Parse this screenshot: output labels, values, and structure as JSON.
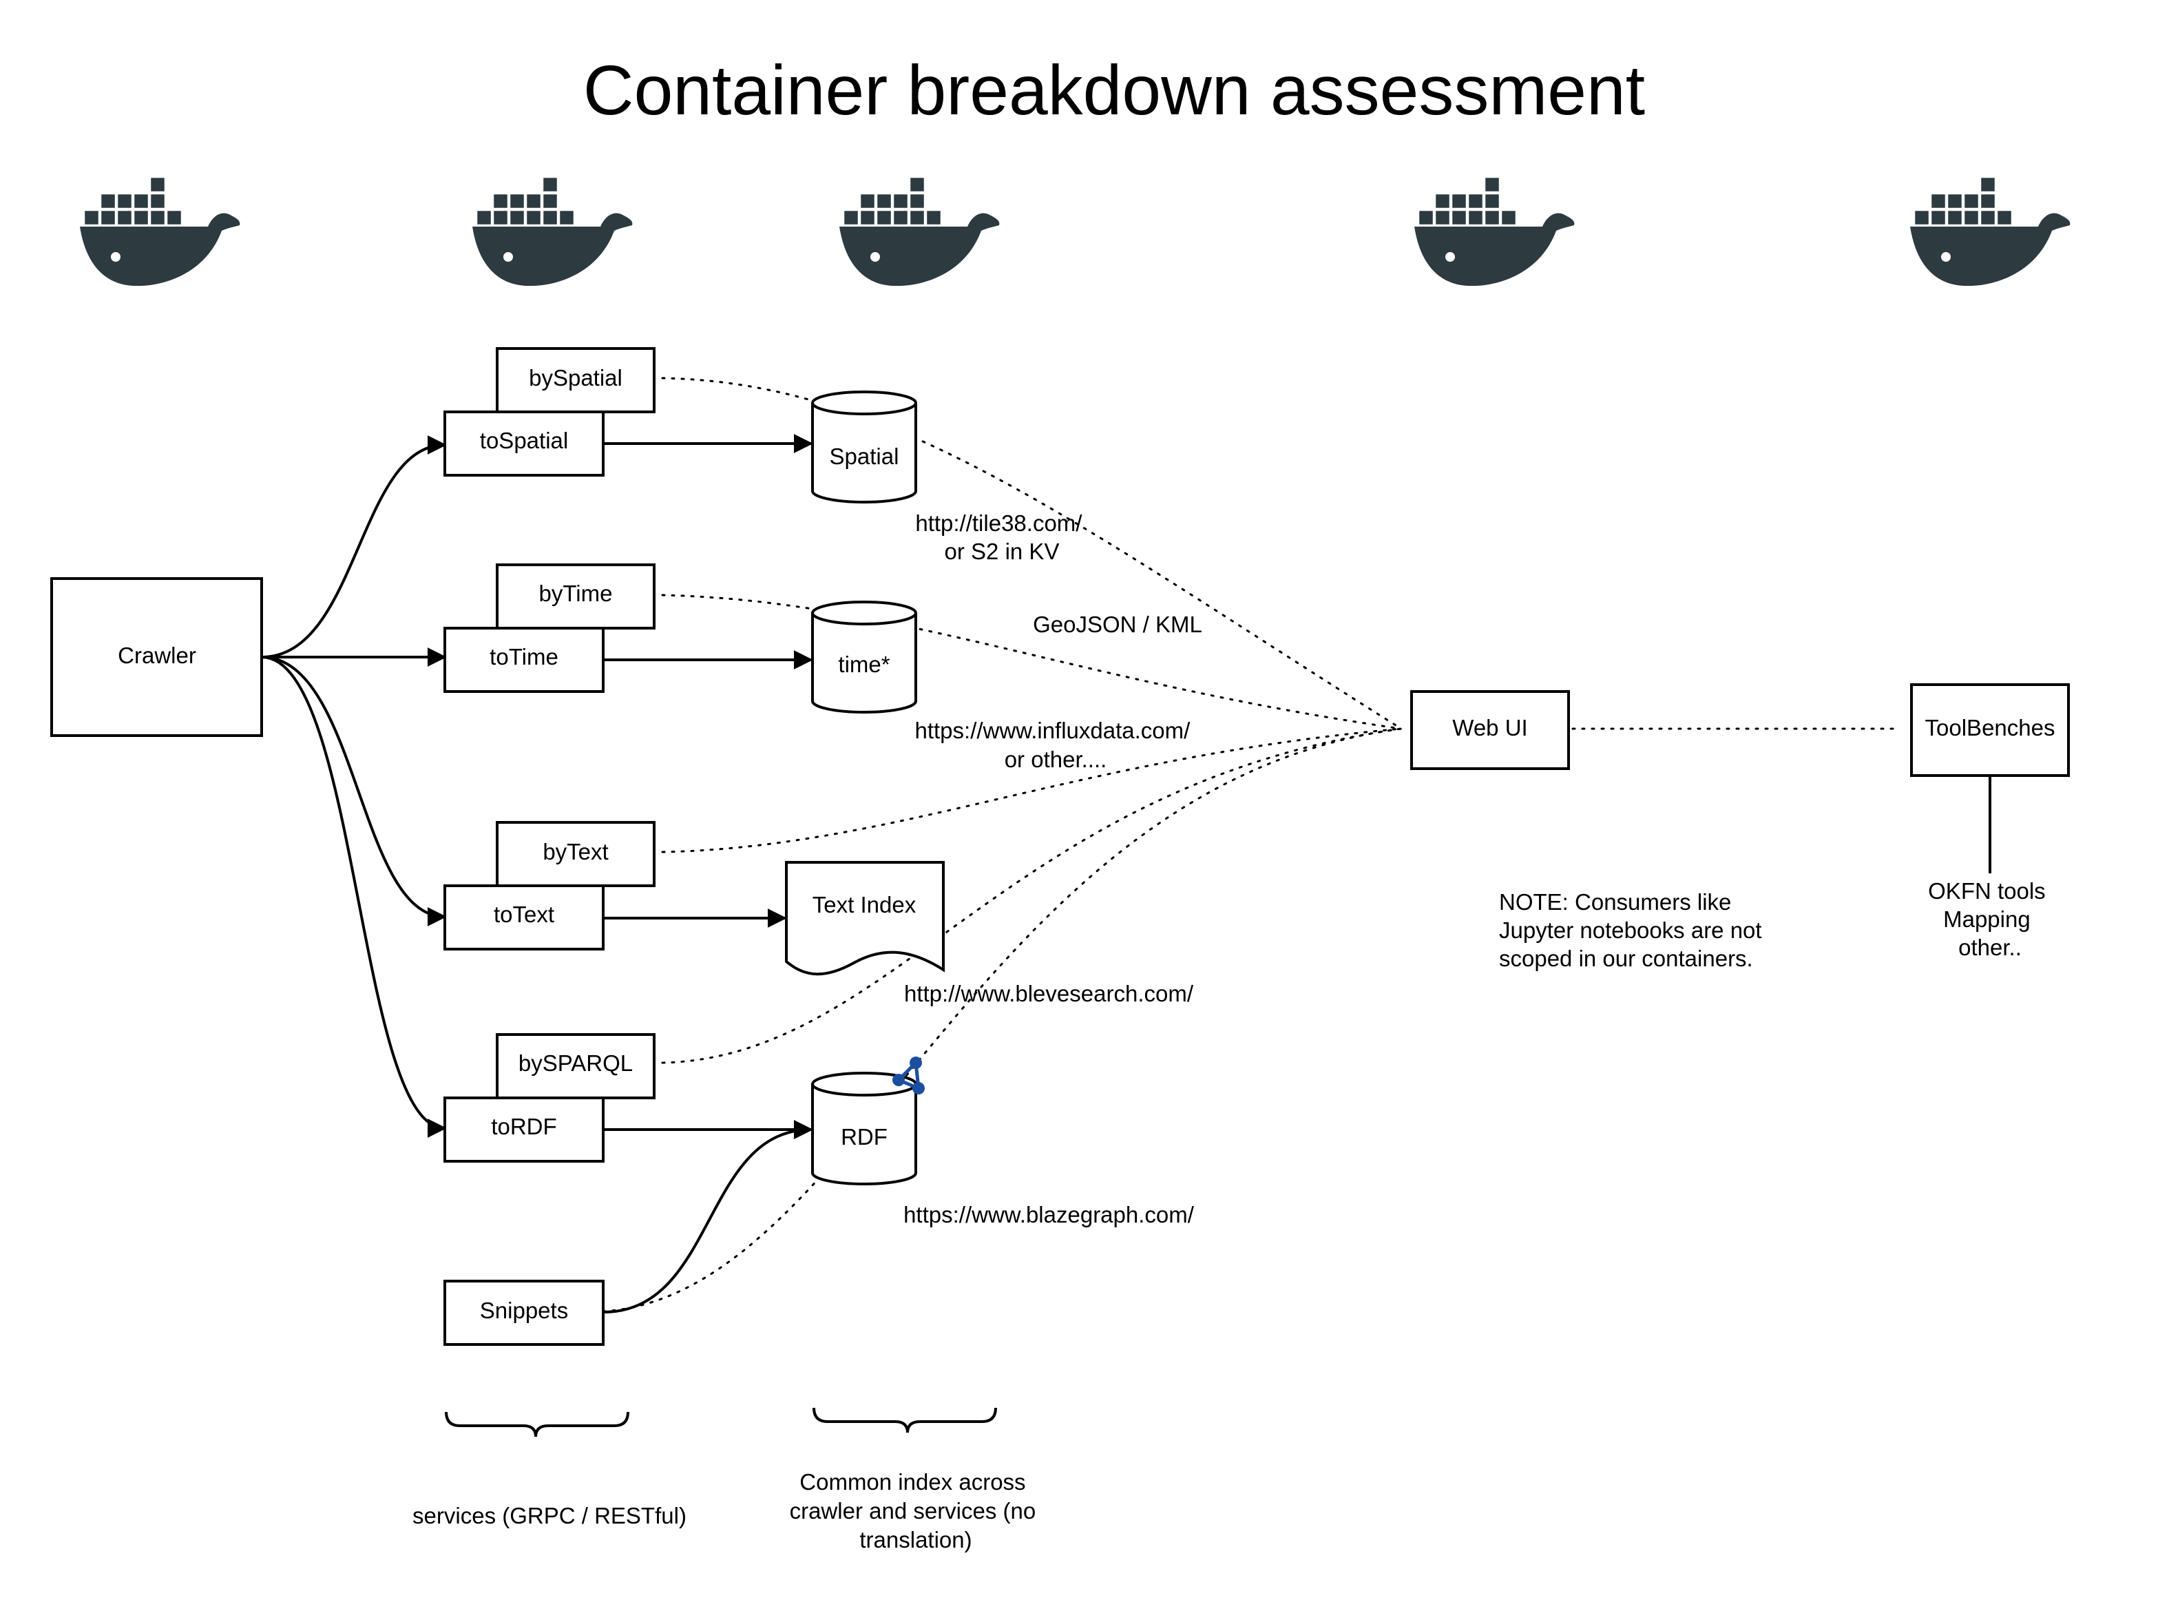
{
  "title": "Container breakdown assessment",
  "colors": {
    "docker_whale": "#2d3a40",
    "rdf_icon": "#1d4fa0",
    "line": "#000000",
    "background": "#ffffff"
  },
  "icons": [
    "docker-whale-icon",
    "rdf-graph-icon"
  ],
  "nodes": {
    "crawler": "Crawler",
    "by_spatial": "bySpatial",
    "to_spatial": "toSpatial",
    "by_time": "byTime",
    "to_time": "toTime",
    "by_text": "byText",
    "to_text": "toText",
    "by_sparql": "bySPARQL",
    "to_rdf": "toRDF",
    "snippets": "Snippets",
    "spatial_db": "Spatial",
    "time_db": "time*",
    "text_index": "Text Index",
    "rdf_db": "RDF",
    "web_ui": "Web UI",
    "toolbenches": "ToolBenches"
  },
  "annotations": {
    "tile38": [
      "http://tile38.com/",
      "or S2 in KV"
    ],
    "geojson": "GeoJSON / KML",
    "influx": [
      "https://www.influxdata.com/",
      "or other...."
    ],
    "bleve": "http://www.blevesearch.com/",
    "blazegraph": "https://www.blazegraph.com/",
    "note": [
      "NOTE: Consumers like",
      "Jupyter notebooks are not",
      "scoped in our containers."
    ],
    "okfn": [
      "OKFN tools",
      "Mapping",
      "other.."
    ]
  },
  "braces": {
    "services": "services (GRPC / RESTful)",
    "common_index": [
      "Common index across",
      "crawler and services (no",
      "translation)"
    ]
  }
}
